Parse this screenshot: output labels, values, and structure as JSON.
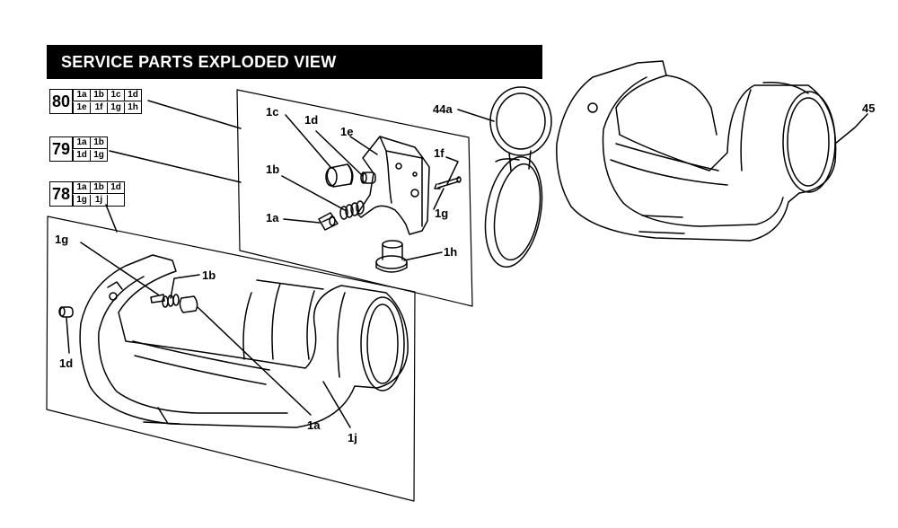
{
  "banner": {
    "title": "SERVICE PARTS EXPLODED VIEW"
  },
  "kits": [
    {
      "number": "80",
      "parts": [
        "1a",
        "1b",
        "1c",
        "1d",
        "1e",
        "1f",
        "1g",
        "1h"
      ]
    },
    {
      "number": "79",
      "parts": [
        "1a",
        "1b",
        "1d",
        "1g"
      ]
    },
    {
      "number": "78",
      "parts": [
        "1a",
        "1b",
        "1d",
        "1g",
        "1j",
        ""
      ]
    }
  ],
  "callouts": {
    "c1c": "1c",
    "c1d_top": "1d",
    "c1e": "1e",
    "c1f": "1f",
    "c1b_top": "1b",
    "c1g_top": "1g",
    "c1a_top": "1a",
    "c1h": "1h",
    "c44a": "44a",
    "c45": "45",
    "c1g_bot": "1g",
    "c1b_bot": "1b",
    "c1d_bot": "1d",
    "c1a_bot": "1a",
    "c1j": "1j"
  }
}
